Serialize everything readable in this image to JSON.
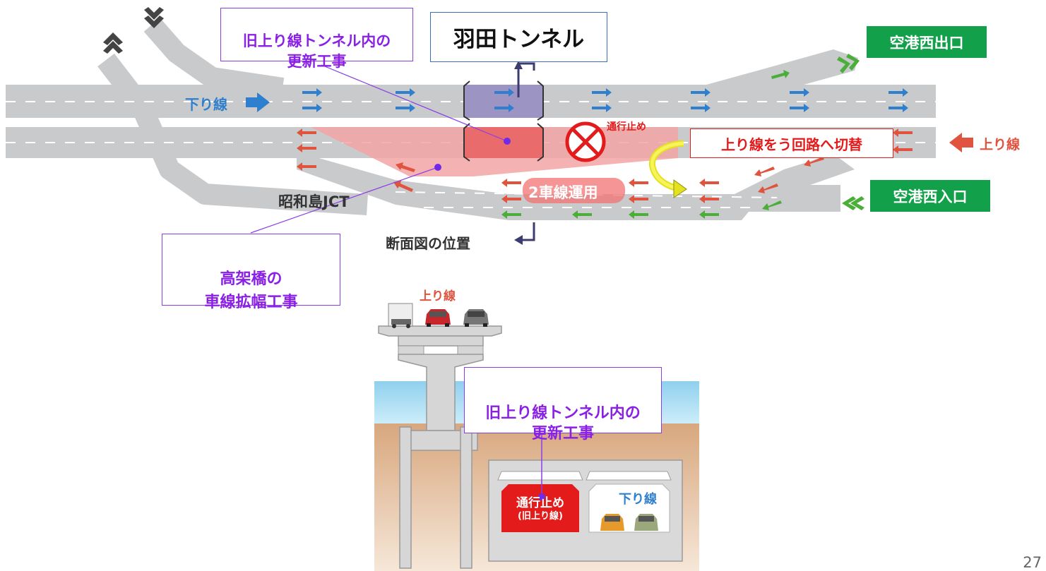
{
  "title": "羽田トンネル",
  "callouts": {
    "top": "旧上り線トンネル内の\n更新工事",
    "bottom": "高架橋の\n車線拡幅工事",
    "section": "旧上り線トンネル内の\n更新工事"
  },
  "labels": {
    "outbound": "下り線",
    "inbound": "上り線",
    "junction": "昭和島JCT",
    "closure": "通行止め",
    "two_lane": "2車線運用",
    "switch": "上り線をう回路へ切替",
    "section_position": "断面図の位置"
  },
  "ramps": {
    "exit": "空港西出口",
    "entrance": "空港西入口"
  },
  "cross_section": {
    "upper_deck_label": "上り線",
    "closed_tunnel_line1": "通行止め",
    "closed_tunnel_line2": "(旧上り線)",
    "open_tunnel_label": "下り線"
  },
  "page_number": "27",
  "colors": {
    "outbound_arrow": "#2f7fcf",
    "inbound_arrow": "#e0533e",
    "ramp_arrow": "#4cae3a",
    "callout_border": "#8a3ee8",
    "badge_green": "#12a04a",
    "highlight_red": "#e31b1b"
  }
}
